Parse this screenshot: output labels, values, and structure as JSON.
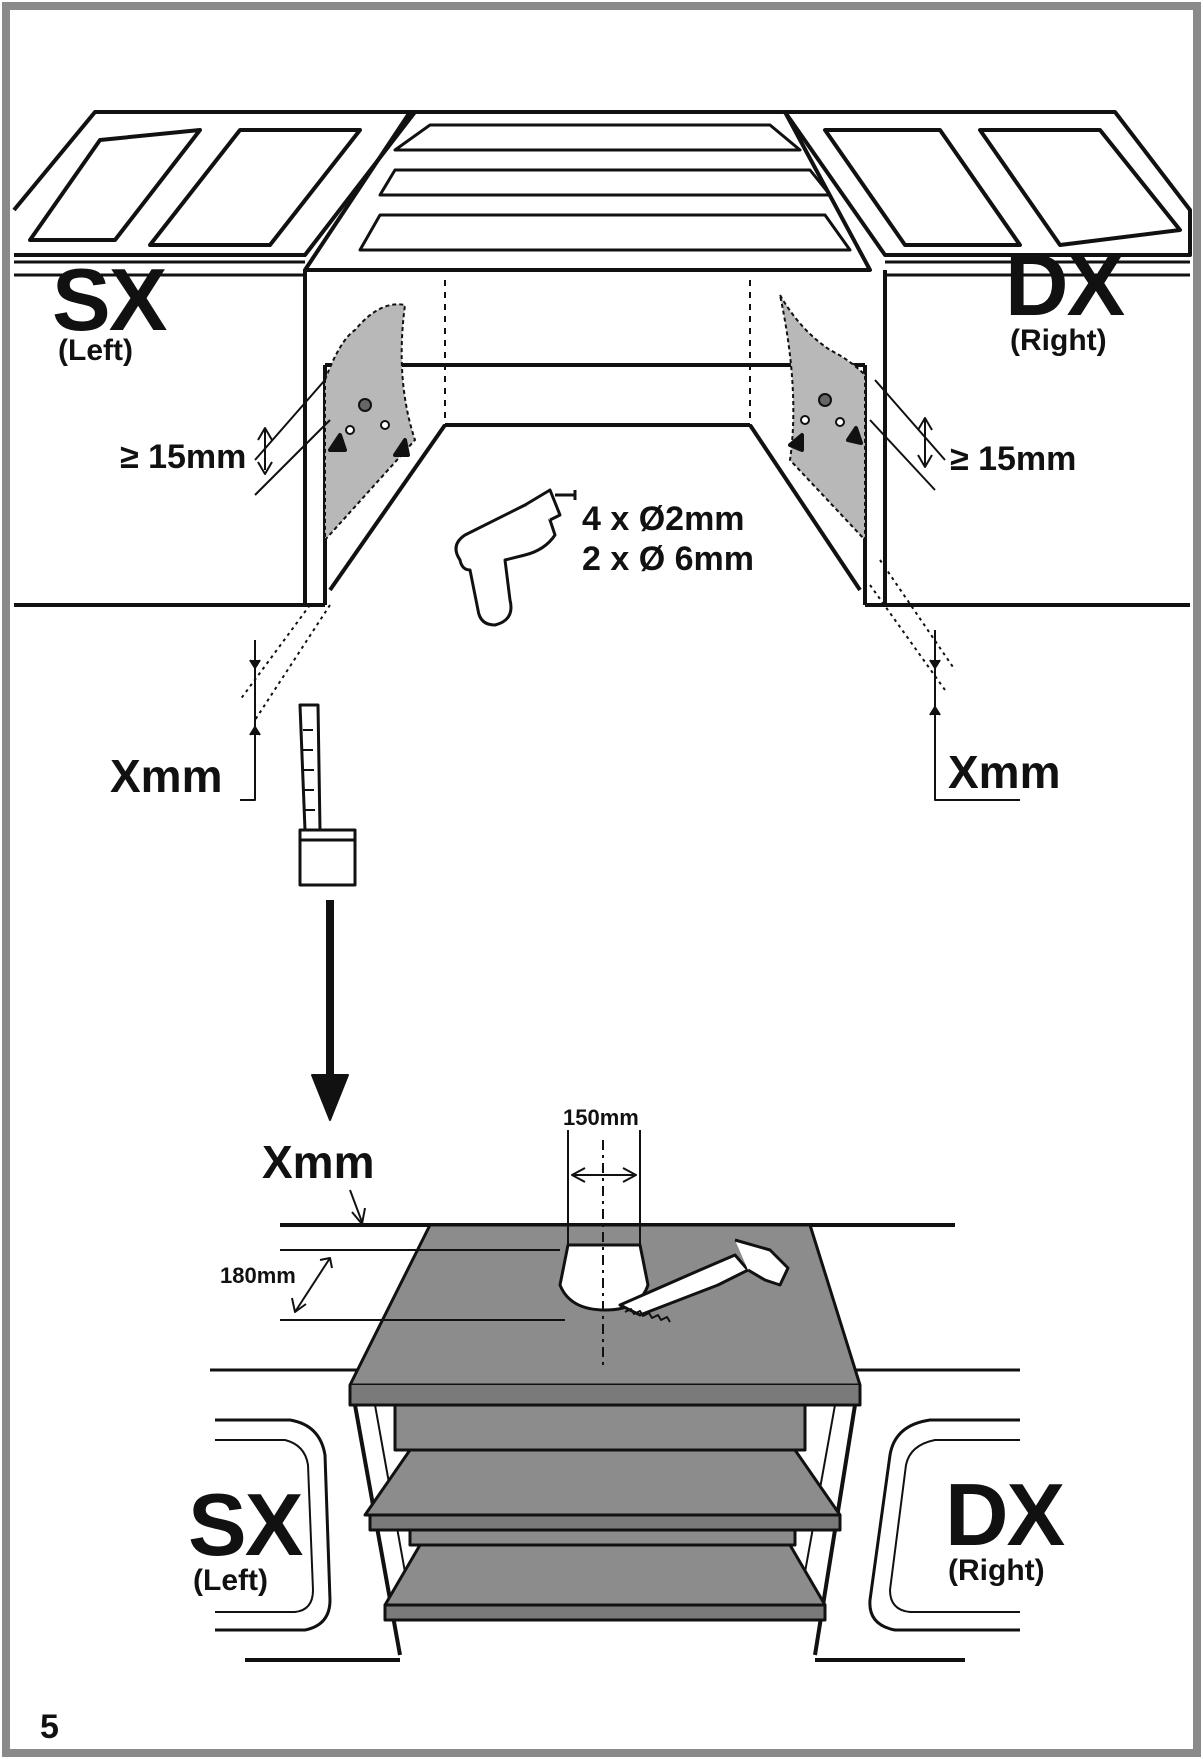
{
  "page_number": "5",
  "top": {
    "left_side": {
      "code": "SX",
      "name": "(Left)"
    },
    "right_side": {
      "code": "DX",
      "name": "(Right)"
    },
    "min_offset_left": "≥ 15mm",
    "min_offset_right": "≥ 15mm",
    "drill_spec_1": "4 x Ø2mm",
    "drill_spec_2": "2 x Ø 6mm",
    "x_left": "Xmm",
    "x_right": "Xmm"
  },
  "bottom": {
    "x_label": "Xmm",
    "width_label": "150mm",
    "depth_label": "180mm",
    "left_side": {
      "code": "SX",
      "name": "(Left)"
    },
    "right_side": {
      "code": "DX",
      "name": "(Right)"
    }
  },
  "colors": {
    "line": "#111111",
    "shelf_gray": "#8c8c8c",
    "plate_gray": "#b8b8b8",
    "border": "#8a8a8a"
  }
}
